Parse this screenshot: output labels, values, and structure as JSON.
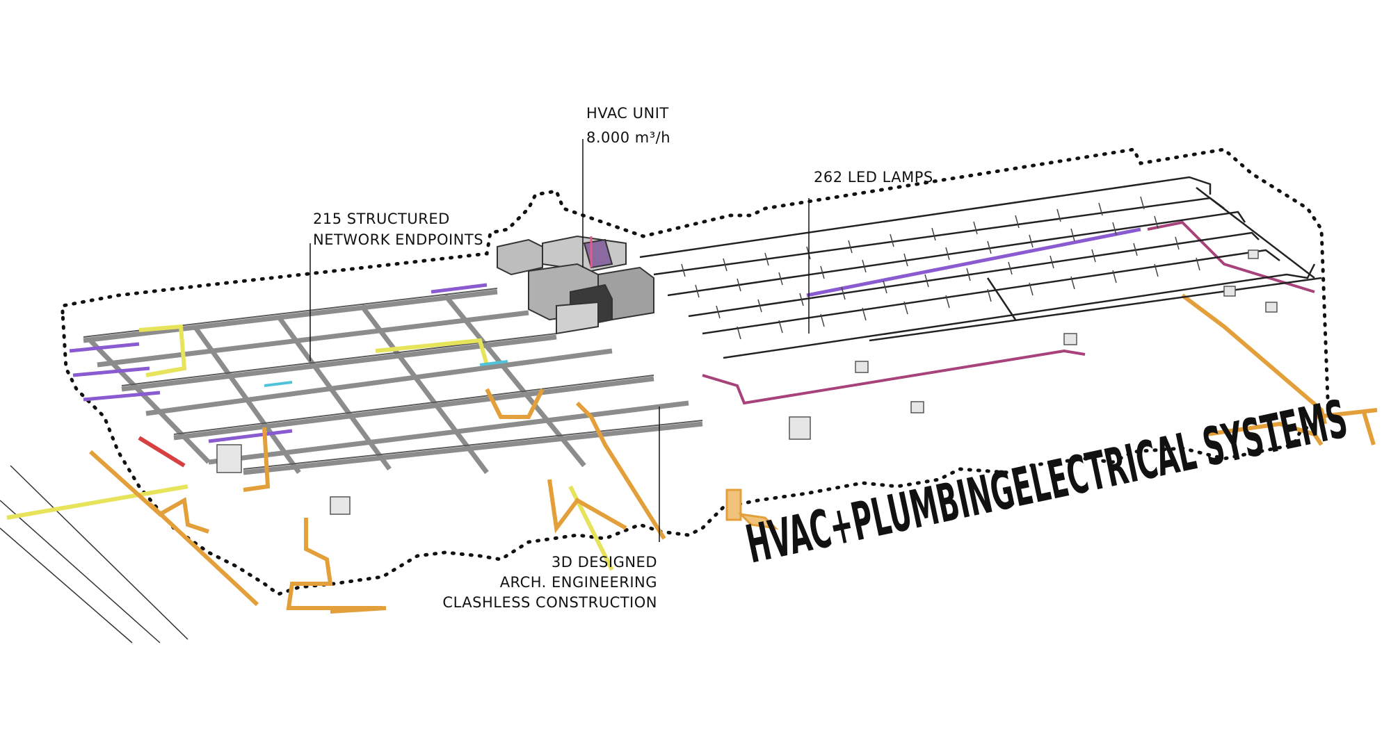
{
  "callouts": {
    "hvac_unit_line1": "HVAC UNIT",
    "hvac_unit_line2": "8.000 m³/h",
    "led_lamps": "262 LED LAMPS",
    "network_line1": "215  STRUCTURED",
    "network_line2": "NETWORK ENDPOINTS",
    "design_line1": "3D DESIGNED",
    "design_line2": "ARCH. ENGINEERING",
    "design_line3": "CLASHLESS CONSTRUCTION"
  },
  "title": {
    "line1": "HVAC+PLUMBING",
    "line2": "ELECTRICAL SYSTEMS"
  },
  "colors": {
    "boundary": "#111111",
    "duct_gray": "#9a9a9a",
    "duct_dark": "#3a3a3a",
    "plumbing_orange": "#e3a03a",
    "cable_purple": "#8a5bd0",
    "cable_magenta": "#a8427a",
    "pipe_yellow": "#e7e35a",
    "pipe_red": "#d64040",
    "pipe_cyan": "#4fc3d9"
  }
}
